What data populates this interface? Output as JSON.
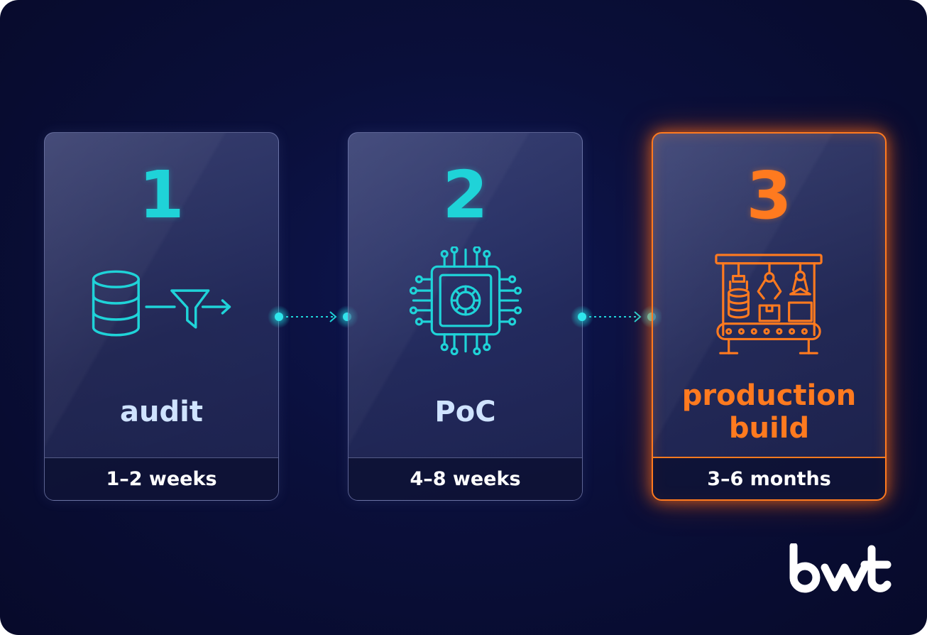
{
  "steps": [
    {
      "number": "1",
      "title": "audit",
      "duration": "1–2 weeks",
      "icon": "database-filter-arrow-icon",
      "color": "#1fd3d8"
    },
    {
      "number": "2",
      "title": "PoC",
      "duration": "4–8 weeks",
      "icon": "chip-gear-icon",
      "color": "#1fd3d8"
    },
    {
      "number": "3",
      "title": "production build",
      "duration": "3–6 months",
      "icon": "factory-conveyor-icon",
      "color": "#ff7a1f",
      "highlighted": true
    }
  ],
  "logo": "bwt"
}
